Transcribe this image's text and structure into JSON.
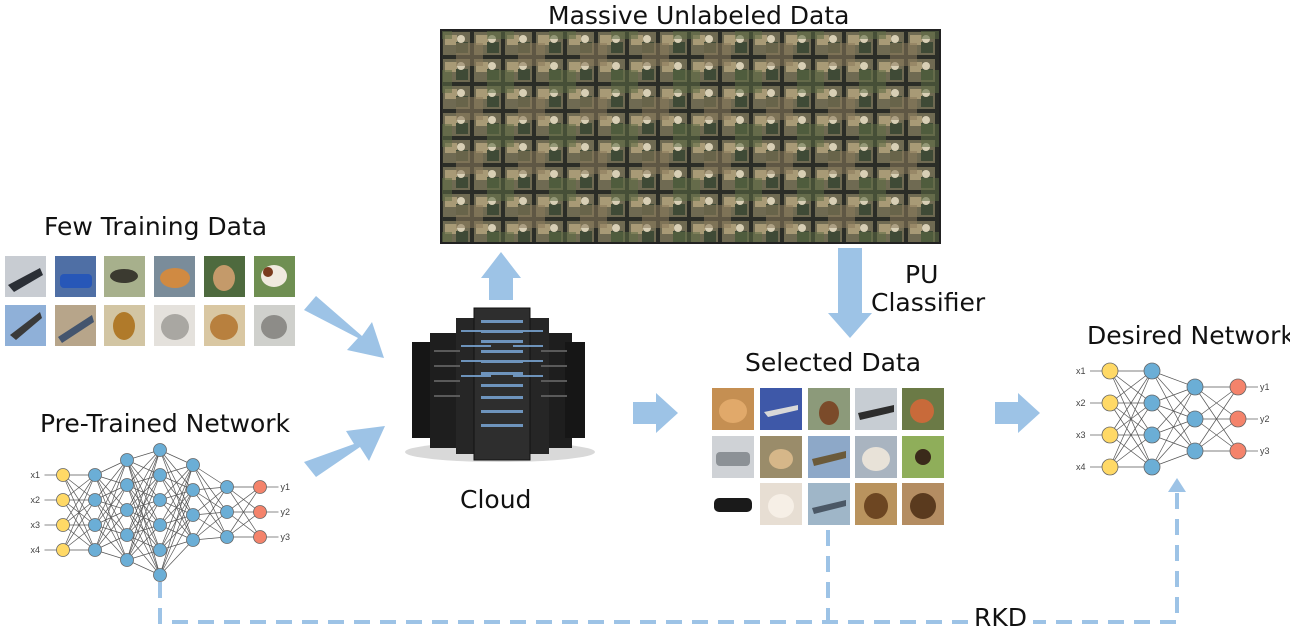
{
  "labels": {
    "massive_unlabeled_data": "Massive Unlabeled Data",
    "few_training_data": "Few Training Data",
    "pre_trained_network": "Pre-Trained Network",
    "cloud": "Cloud",
    "pu_classifier_line1": "PU",
    "pu_classifier_line2": "Classifier",
    "selected_data": "Selected Data",
    "desired_network": "Desired Network",
    "rkd": "RKD"
  },
  "pretrained_network": {
    "inputs": [
      "x1",
      "x2",
      "x3",
      "x4"
    ],
    "outputs": [
      "y1",
      "y2",
      "y3"
    ]
  },
  "desired_network": {
    "inputs": [
      "x1",
      "x2",
      "x3",
      "x4"
    ],
    "outputs": [
      "y1",
      "y2",
      "y3"
    ]
  },
  "colors": {
    "arrow": "#9dc3e6",
    "input_node": "#ffd966",
    "hidden_node": "#6baed6",
    "output_node": "#f4836b",
    "dashed_line": "#9dc3e6"
  },
  "icons": {
    "cloud": "server-rack-icon",
    "few_training_data": "image-thumbnail-grid",
    "selected_data": "image-thumbnail-grid",
    "massive_data": "image-mosaic"
  }
}
